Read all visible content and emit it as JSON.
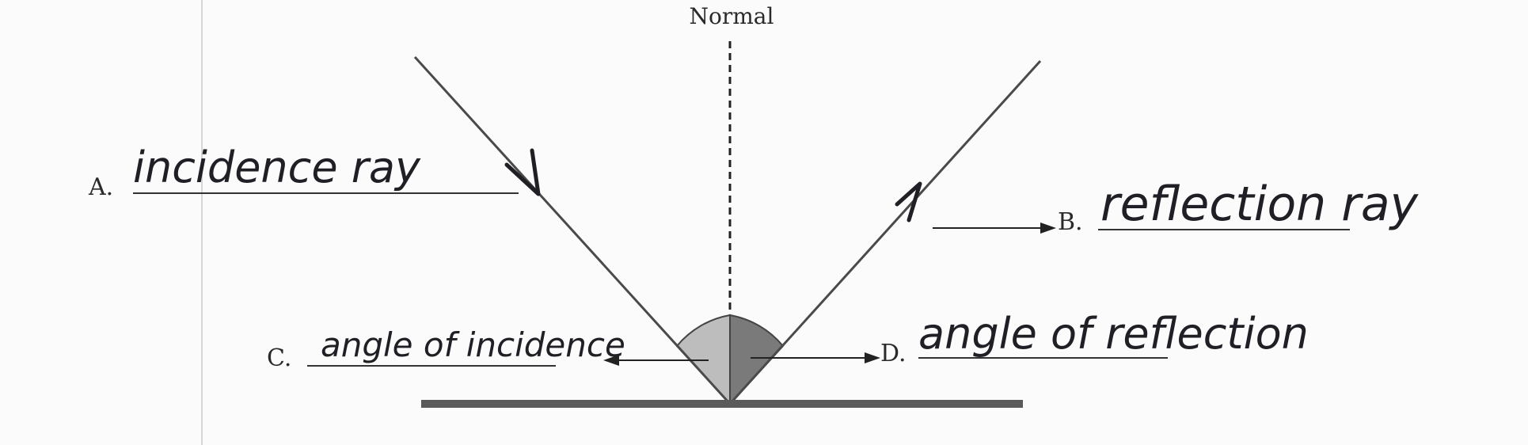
{
  "diagram": {
    "normal_label": "Normal",
    "labels": {
      "a": "A.",
      "b": "B.",
      "c": "C.",
      "d": "D."
    },
    "answers": {
      "a": "incidence ray",
      "b": "reflection ray",
      "c": "angle of incidence",
      "d": "angle of reflection"
    },
    "colors": {
      "ink": "#1f1f25",
      "line": "#4a4a4a",
      "mirror": "#5a5a5a",
      "angle_left": "#bdbdbd",
      "angle_right": "#7a7a7a"
    }
  }
}
